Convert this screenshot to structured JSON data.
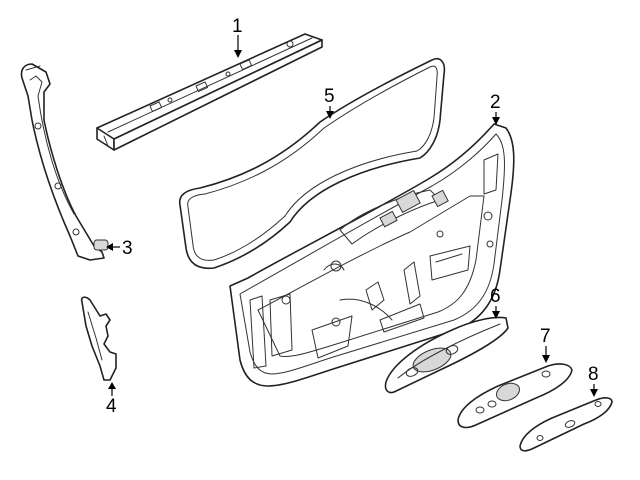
{
  "callouts": [
    {
      "number": "1",
      "part": "part-1"
    },
    {
      "number": "2",
      "part": "part-2"
    },
    {
      "number": "3",
      "part": "part-3"
    },
    {
      "number": "4",
      "part": "part-4"
    },
    {
      "number": "5",
      "part": "part-5"
    },
    {
      "number": "6",
      "part": "part-6"
    },
    {
      "number": "7",
      "part": "part-7"
    },
    {
      "number": "8",
      "part": "part-8"
    }
  ]
}
